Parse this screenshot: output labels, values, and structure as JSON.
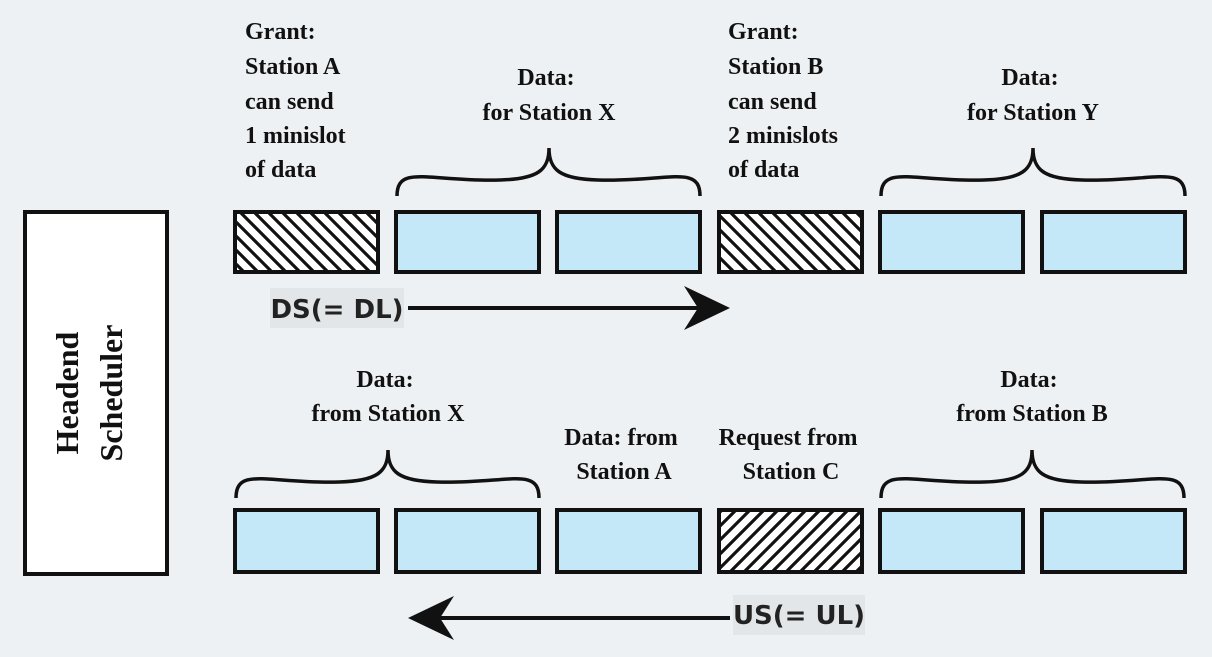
{
  "scheduler": {
    "line1": "Headend",
    "line2": "Scheduler"
  },
  "downstream": {
    "direction_label": "DS(= DL)",
    "grant_a": [
      "Grant:",
      "Station A",
      "can send",
      "1 minislot",
      "of data"
    ],
    "data_x": [
      "Data:",
      "for Station X"
    ],
    "grant_b": [
      "Grant:",
      "Station B",
      "can send",
      "2 minislots",
      "of data"
    ],
    "data_y": [
      "Data:",
      "for Station Y"
    ]
  },
  "upstream": {
    "direction_label": "US(= UL)",
    "data_x": [
      "Data:",
      "from Station X"
    ],
    "data_a": [
      "Data: from",
      "Station A"
    ],
    "request_c": [
      "Request from",
      "Station C"
    ],
    "data_b": [
      "Data:",
      "from Station B"
    ]
  },
  "colors": {
    "data_slot": "#c4e8f7",
    "control_slot": "#ffffff",
    "stroke": "#111111",
    "background": "#eef1f3"
  }
}
